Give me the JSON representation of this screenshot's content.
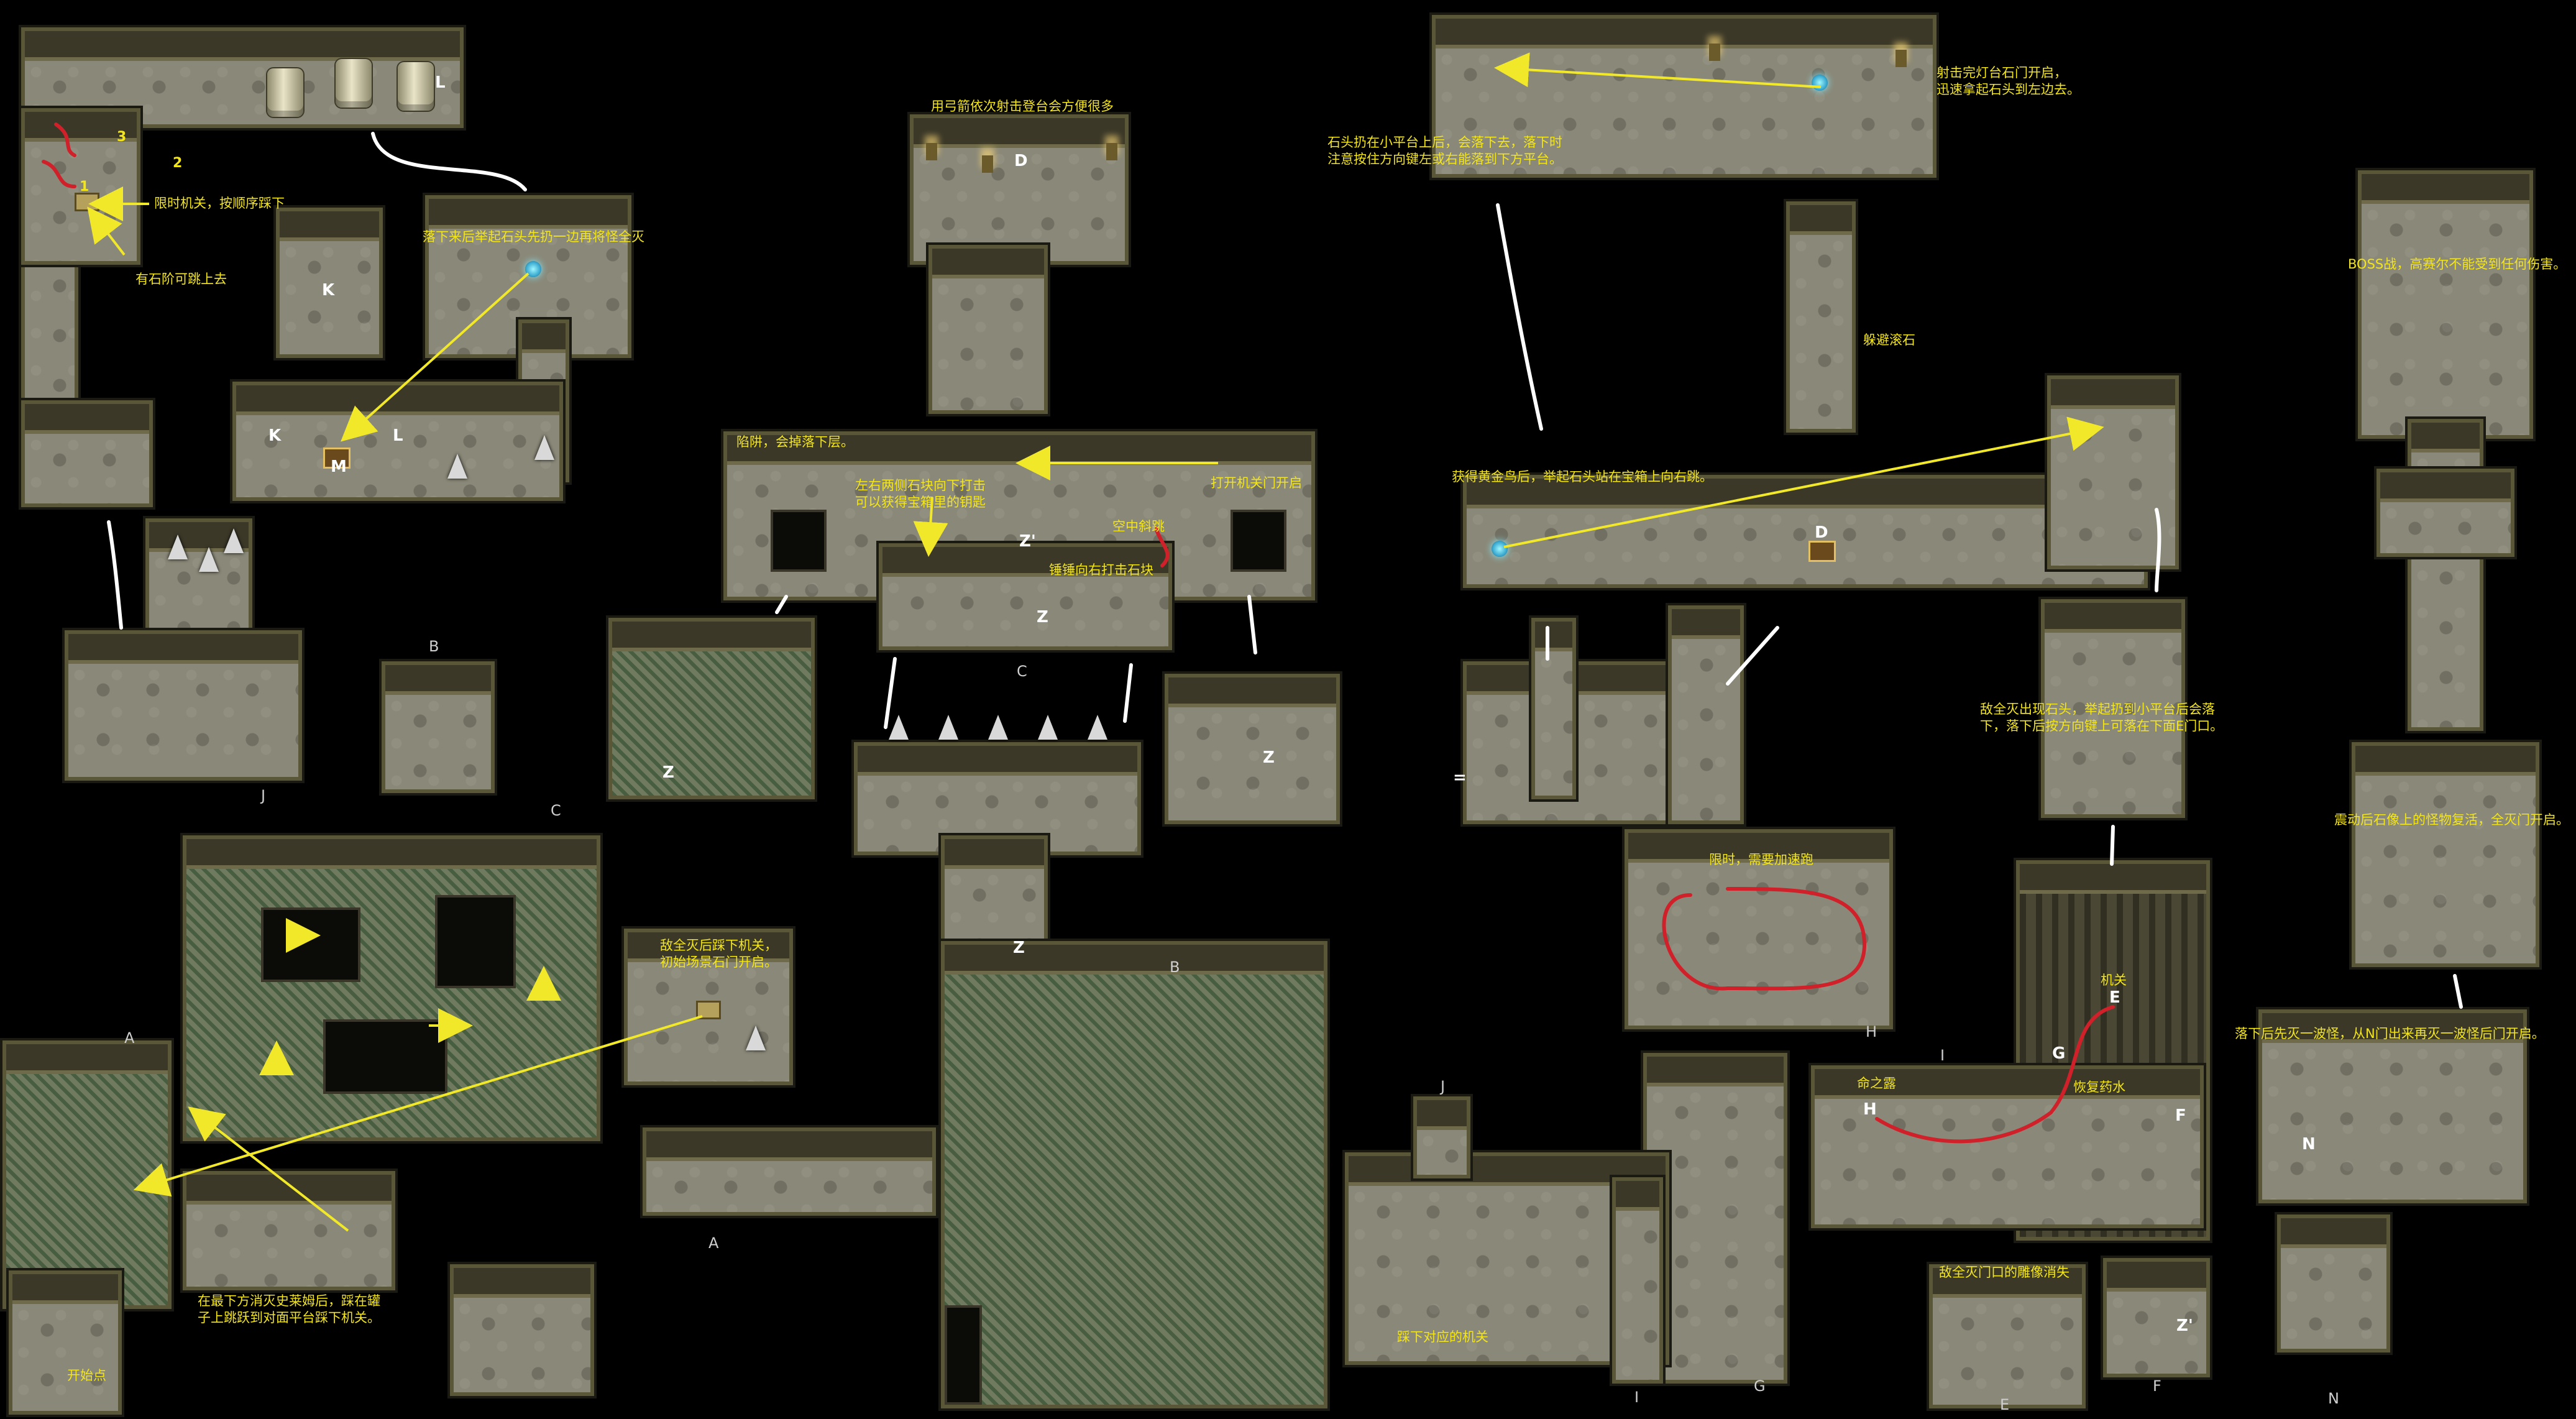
{
  "notes": {
    "timed_switch": "限时机关，按顺序踩下",
    "step_jump": "有石阶可跳上去",
    "drop_stone": "落下来后举起石头先扔一边再将怪全灭",
    "archery": "用弓箭依次射击登台会方便很多",
    "trap": "陷阱，会掉落下层。",
    "left_right_stone": "左右两侧石块向下打击\n可以获得宝箱里的钥匙",
    "open_gate": "打开机关门开启",
    "air_jump": "空中斜跳",
    "hammer_right": "锤锤向右打击石块",
    "kill_all_switch": "敌全灭后踩下机关，\n初始场景石门开启。",
    "bottom_slime": "在最下方消灭史莱姆后，踩在罐\n子上跳跃到对面平台踩下机关。",
    "start": "开始点",
    "lamp_shoot": "射击完灯台石门开启，\n迅速拿起石头到左边去。",
    "stone_platform": "石头扔在小平台上后，会落下去，落下时\n注意按住方向键左或右能落到下方平台。",
    "dodge_rock": "躲避滚石",
    "golden_bird": "获得黄金鸟后，举起石头站在宝箱上向右跳。",
    "timed_speedup": "限时，需要加速跑",
    "kill_all_stone": "敌全灭出现石头，举起扔到小平台后会落\n下，落下后按方向键上可落在下面E门口。",
    "boss": "BOSS战，高赛尔不能受到任何伤害。",
    "statue_shake": "震动后石像上的怪物复活，全灭门开启。",
    "first_wave": "落下后先灭一波怪，从N门出来再灭一波怪后门开启。",
    "switch_e": "机关",
    "life_elixir": "命之露",
    "restore_potion": "恢复药水",
    "statue_vanish": "敌全灭门口的雕像消失",
    "step_switch": "踩下对应的机关"
  },
  "room_letters": {
    "K": "K",
    "L": "L",
    "M": "M",
    "J": "J",
    "B": "B",
    "C": "C",
    "A": "A",
    "D": "D",
    "Z": "Z",
    "Z2": "Z'",
    "E": "E",
    "F": "F",
    "G": "G",
    "H": "H",
    "I": "I",
    "N": "N",
    "n1": "1",
    "n2": "2",
    "n3": "3",
    "eq": "="
  },
  "colors": {
    "note_text": "#f3e51c",
    "arrow_yellow": "#f2e82a",
    "route_red": "#d0202a",
    "link_white": "#ffffff",
    "floor": "#8a8878",
    "wall": "#3b3828"
  }
}
